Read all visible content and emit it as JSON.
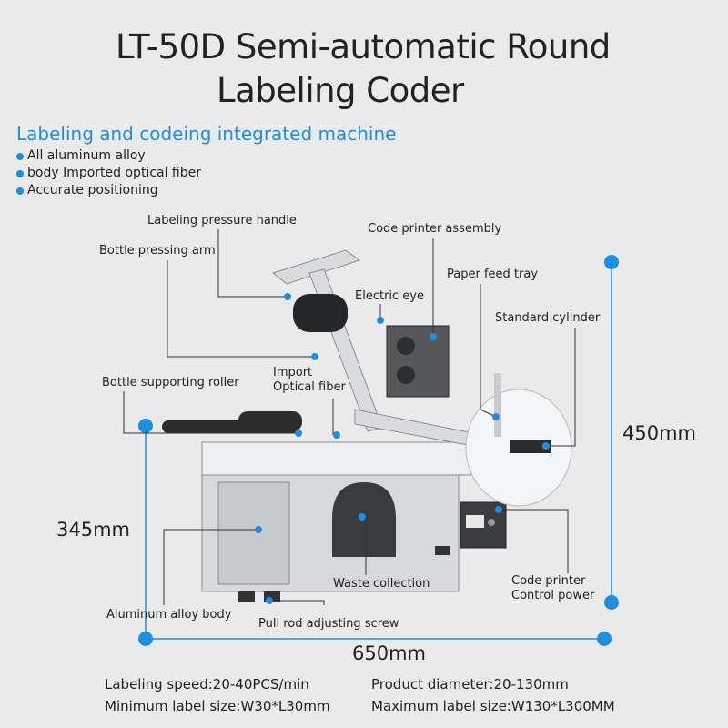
{
  "title": {
    "line1": "LT-50D Semi-automatic Round",
    "line2": "Labeling Coder"
  },
  "subtitle": "Labeling and codeing integrated machine",
  "features": [
    "All aluminum alloy",
    "body Imported optical fiber",
    "Accurate positioning"
  ],
  "callouts": {
    "labeling_pressure_handle": "Labeling pressure handle",
    "bottle_pressing_arm": "Bottle pressing arm",
    "code_printer_assembly": "Code printer assembly",
    "paper_feed_tray": "Paper feed tray",
    "electric_eye": "Electric eye",
    "standard_cylinder": "Standard cylinder",
    "import_optical_fiber_1": "Import",
    "import_optical_fiber_2": "Optical fiber",
    "bottle_supporting_roller": "Bottle supporting roller",
    "waste_collection": "Waste collection",
    "code_printer_control_power_1": "Code printer",
    "code_printer_control_power_2": "Control power",
    "aluminum_alloy_body": "Aluminum alloy body",
    "pull_rod_adjusting_screw": "Pull rod adjusting screw"
  },
  "dimensions": {
    "height_total": "450mm",
    "height_body": "345mm",
    "width": "650mm"
  },
  "specs": {
    "labeling_speed": "Labeling speed:20-40PCS/min",
    "product_diameter": "Product diameter:20-130mm",
    "min_label_size": "Minimum label size:W30*L30mm",
    "max_label_size": "Maximum label size:W130*L300MM"
  },
  "colors": {
    "accent": "#1e8fe0",
    "background": "#e9eae9"
  }
}
